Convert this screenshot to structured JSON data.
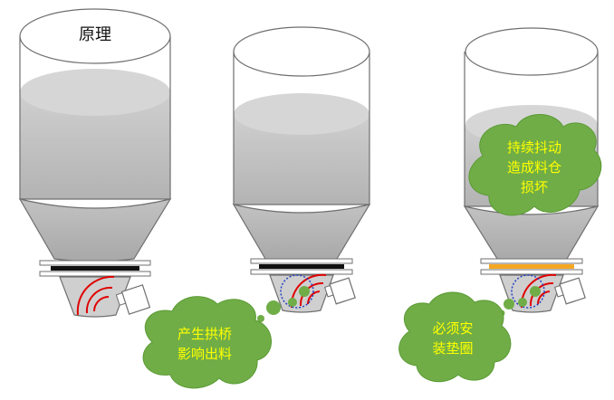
{
  "title": "原理",
  "colors": {
    "outline": "#6f6f6f",
    "fill_light": "#d9d9d9",
    "fill_mid": "#bfbfbf",
    "fill_dark": "#a6a6a6",
    "cloud": "#70ad47",
    "cloud_text": "#ffff00",
    "pad_black": "#111111",
    "pad_orange": "#f5a623",
    "wave_red": "#e00000",
    "wave_blue": "#2442c4"
  },
  "clouds": {
    "arch": {
      "line1": "产生拱桥",
      "line2": "影响出料"
    },
    "damage": {
      "line1": "持续抖动",
      "line2": "造成料仓",
      "line3": "损坏"
    },
    "gasket": {
      "line1": "必须安",
      "line2": "装垫圈"
    }
  },
  "icons": {
    "vibrator": "vibrator-motor-icon",
    "sound_wave": "vibration-wave-icon",
    "material_block": "material-clump-icon"
  }
}
